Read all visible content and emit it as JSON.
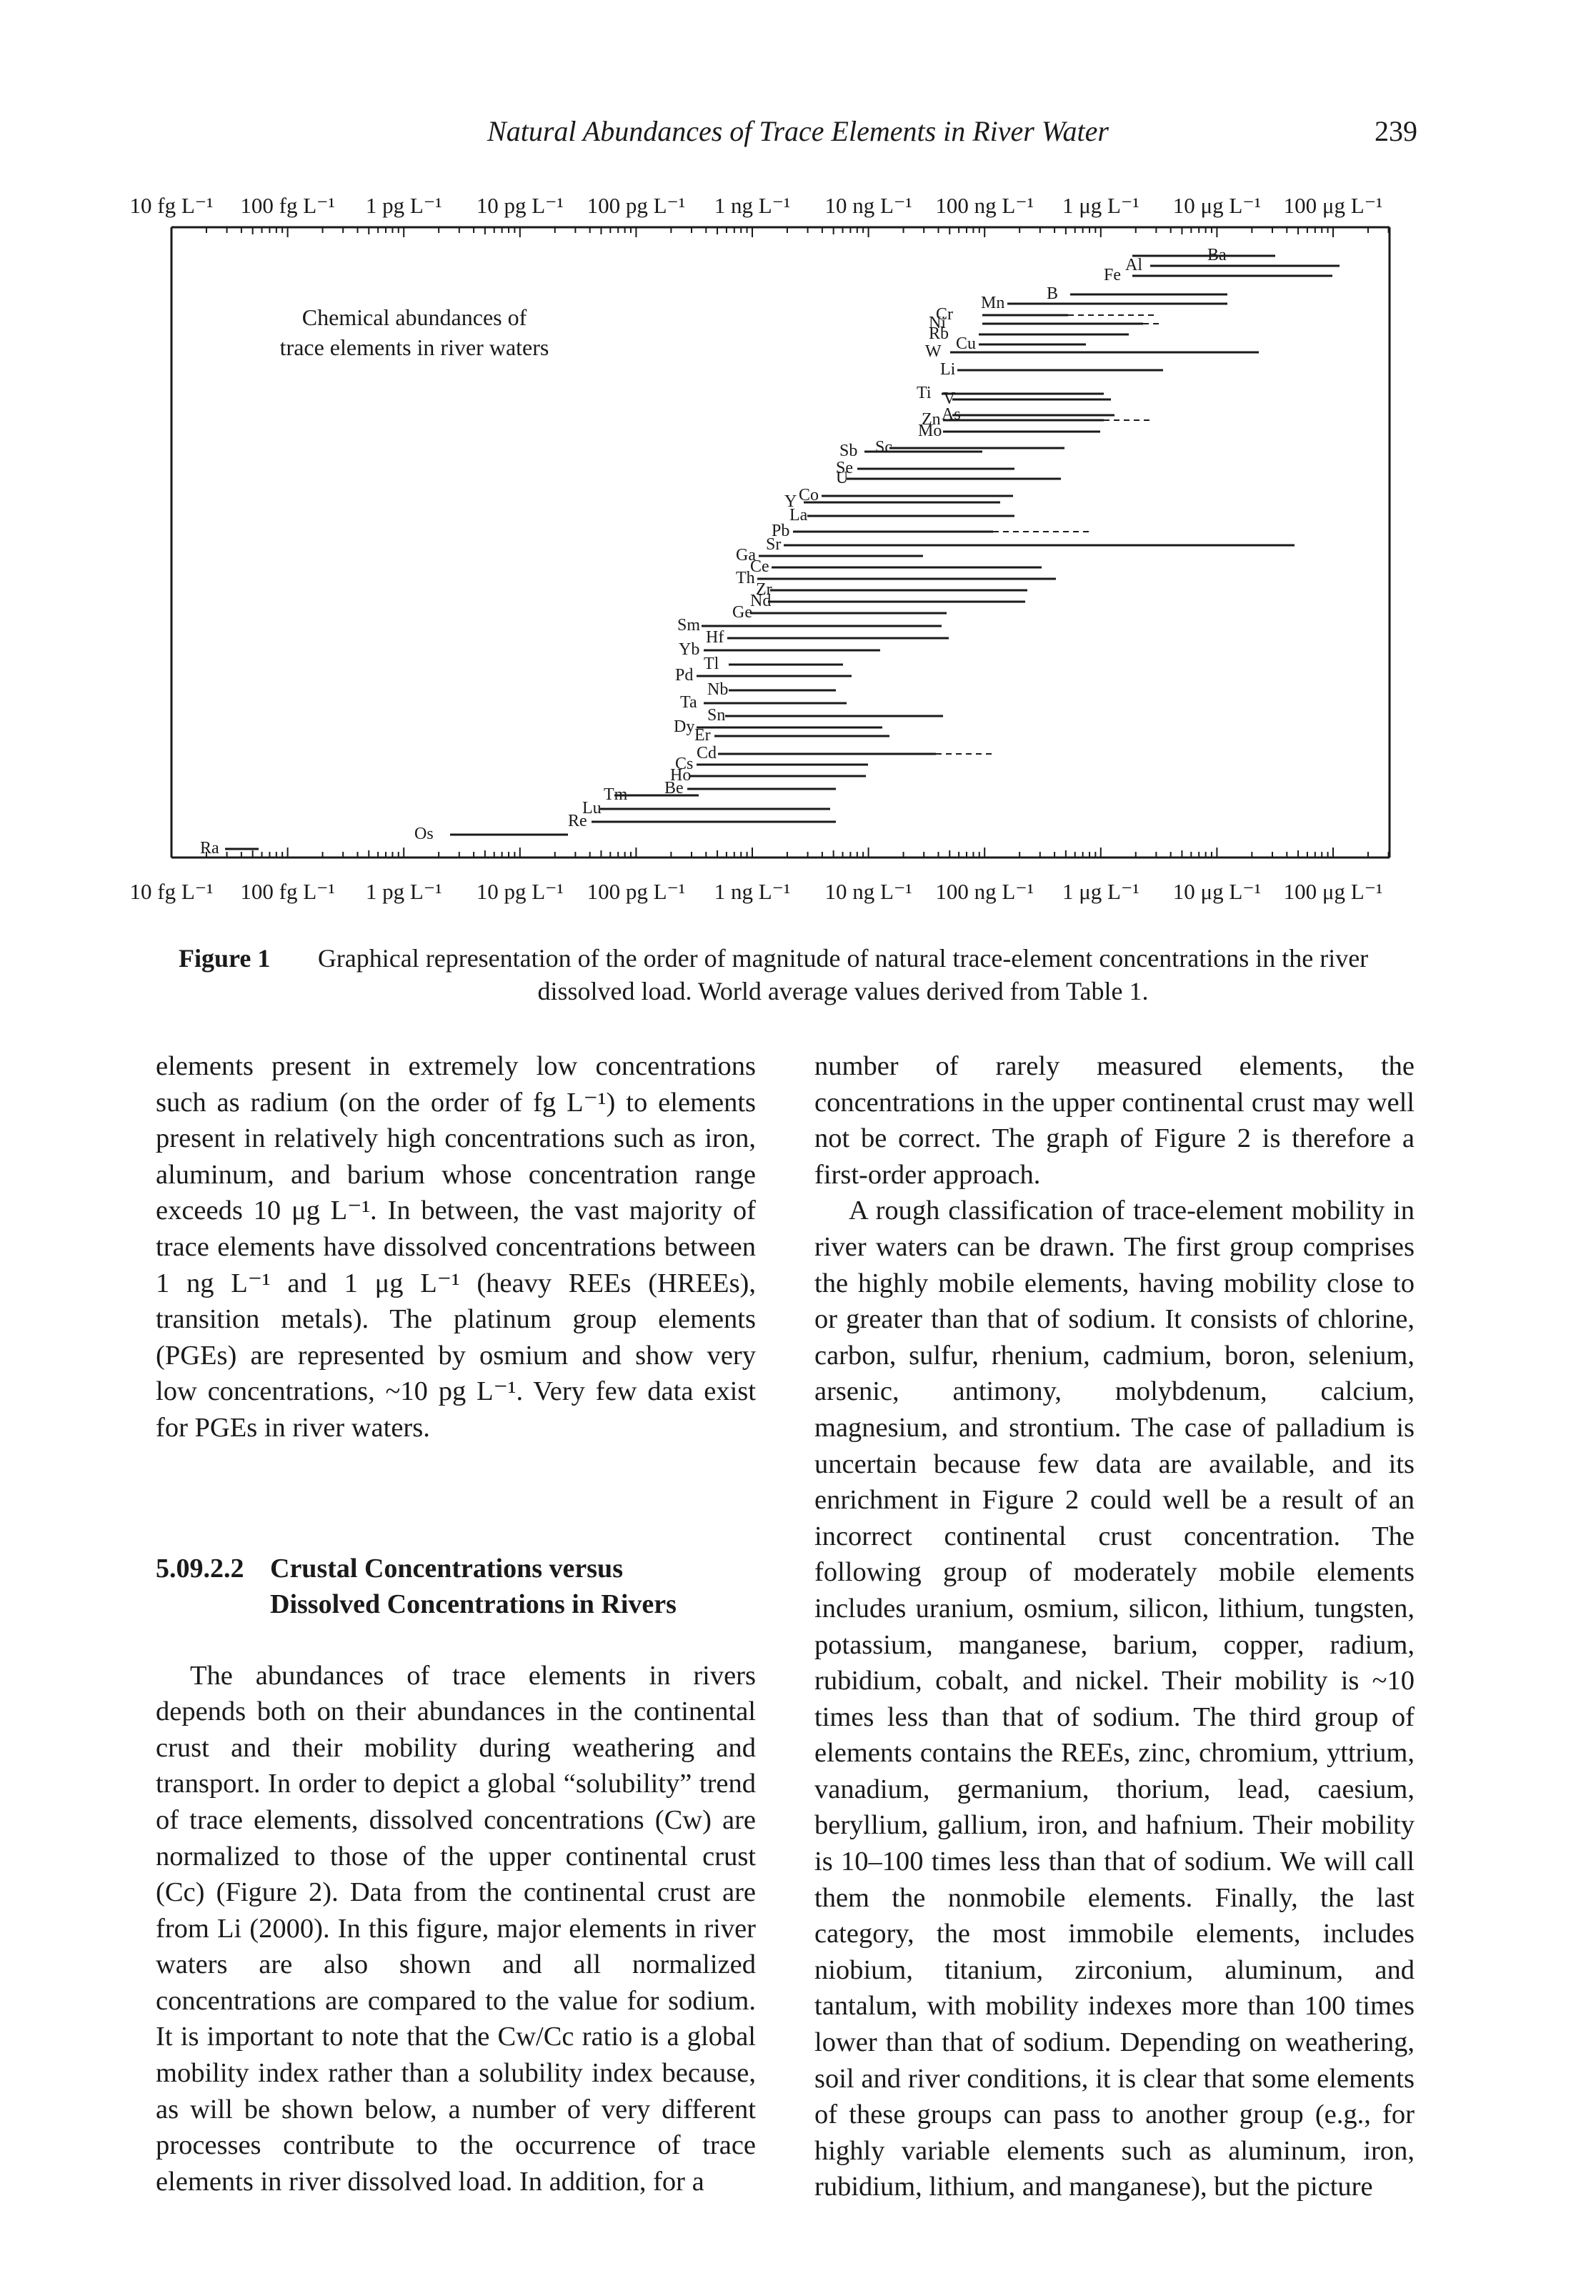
{
  "header": {
    "title": "Natural Abundances of Trace Elements in River Water",
    "page_number": "239"
  },
  "figure": {
    "inset_title_line1": "Chemical abundances of",
    "inset_title_line2": "trace elements in river waters",
    "axis_ticks": [
      "10 fg L⁻¹",
      "100 fg L⁻¹",
      "1 pg L⁻¹",
      "10 pg L⁻¹",
      "100 pg L⁻¹",
      "1 ng L⁻¹",
      "10 ng L⁻¹",
      "100 ng L⁻¹",
      "1 μg L⁻¹",
      "10 μg L⁻¹",
      "100 μg L⁻¹"
    ]
  },
  "chart_data": {
    "type": "range",
    "title": "Chemical abundances of trace elements in river waters",
    "x_unit": "concentration (log scale)",
    "x_ticks": [
      "10 fg L⁻¹",
      "100 fg L⁻¹",
      "1 pg L⁻¹",
      "10 pg L⁻¹",
      "100 pg L⁻¹",
      "1 ng L⁻¹",
      "10 ng L⁻¹",
      "100 ng L⁻¹",
      "1 μg L⁻¹",
      "10 μg L⁻¹",
      "100 μg L⁻¹"
    ],
    "elements": [
      "Ba",
      "Al",
      "Fe",
      "B",
      "Mn",
      "Cr",
      "Ni",
      "Rb",
      "Cu",
      "W",
      "Li",
      "Ti",
      "V",
      "As",
      "Zn",
      "Mo",
      "Sc",
      "Sb",
      "Se",
      "U",
      "Co",
      "Y",
      "La",
      "Pb",
      "Sr",
      "Ga",
      "Ce",
      "Th",
      "Zr",
      "Nd",
      "Ge",
      "Sm",
      "Hf",
      "Yb",
      "Tl",
      "Pd",
      "Nb",
      "Ta",
      "Sn",
      "Dy",
      "Er",
      "Cd",
      "Cs",
      "Ho",
      "Be",
      "Tm",
      "Lu",
      "Re",
      "Os",
      "Ra"
    ]
  },
  "caption": {
    "label": "Figure 1",
    "text": "Graphical representation of the order of magnitude of natural trace-element concentrations in the river dissolved load. World average values derived from Table 1."
  },
  "left_column": {
    "p1": "elements present in extremely low concentrations such as radium (on the order of fg L⁻¹) to elements present in relatively high concentrations such as iron, aluminum, and barium whose concentration range exceeds 10 μg L⁻¹. In between, the vast majority of trace elements have dissolved concentrations between 1 ng L⁻¹ and 1 μg L⁻¹ (heavy REEs (HREEs), transition metals). The platinum group elements (PGEs) are represented by osmium and show very low concentrations, ~10 pg L⁻¹. Very few data exist for PGEs in river waters.",
    "section_number": "5.09.2.2",
    "section_title_line1": "Crustal Concentrations versus",
    "section_title_line2": "Dissolved Concentrations in Rivers",
    "p2": "The abundances of trace elements in rivers depends both on their abundances in the continental crust and their mobility during weathering and transport. In order to depict a global “solubility” trend of trace elements, dissolved concentrations (Cw) are normalized to those of the upper continental crust (Cc) (Figure 2). Data from the continental crust are from Li (2000). In this figure, major elements in river waters are also shown and all normalized concentrations are compared to the value for sodium. It is important to note that the Cw/Cc ratio is a global mobility index rather than a solubility index because, as will be shown below, a number of very different processes contribute to the occurrence of trace elements in river dissolved load. In addition, for a"
  },
  "right_column": {
    "p1": "number of rarely measured elements, the concentrations in the upper continental crust may well not be correct. The graph of Figure 2 is therefore a first-order approach.",
    "p2": "A rough classification of trace-element mobility in river waters can be drawn. The first group comprises the highly mobile elements, having mobility close to or greater than that of sodium. It consists of chlorine, carbon, sulfur, rhenium, cadmium, boron, selenium, arsenic, antimony, molybdenum, calcium, magnesium, and strontium. The case of palladium is uncertain because few data are available, and its enrichment in Figure 2 could well be a result of an incorrect continental crust concentration. The following group of moderately mobile elements includes uranium, osmium, silicon, lithium, tungsten, potassium, manganese, barium, copper, radium, rubidium, cobalt, and nickel. Their mobility is ~10 times less than that of sodium. The third group of elements contains the REEs, zinc, chromium, yttrium, vanadium, germanium, thorium, lead, caesium, beryllium, gallium, iron, and hafnium. Their mobility is 10–100 times less than that of sodium. We will call them the nonmobile elements. Finally, the last category, the most immobile elements, includes niobium, titanium, zirconium, aluminum, and tantalum, with mobility indexes more than 100 times lower than that of sodium. Depending on weathering, soil and river conditions, it is clear that some elements of these groups can pass to another group (e.g., for highly variable elements such as aluminum, iron, rubidium, lithium, and manganese), but the picture"
  }
}
